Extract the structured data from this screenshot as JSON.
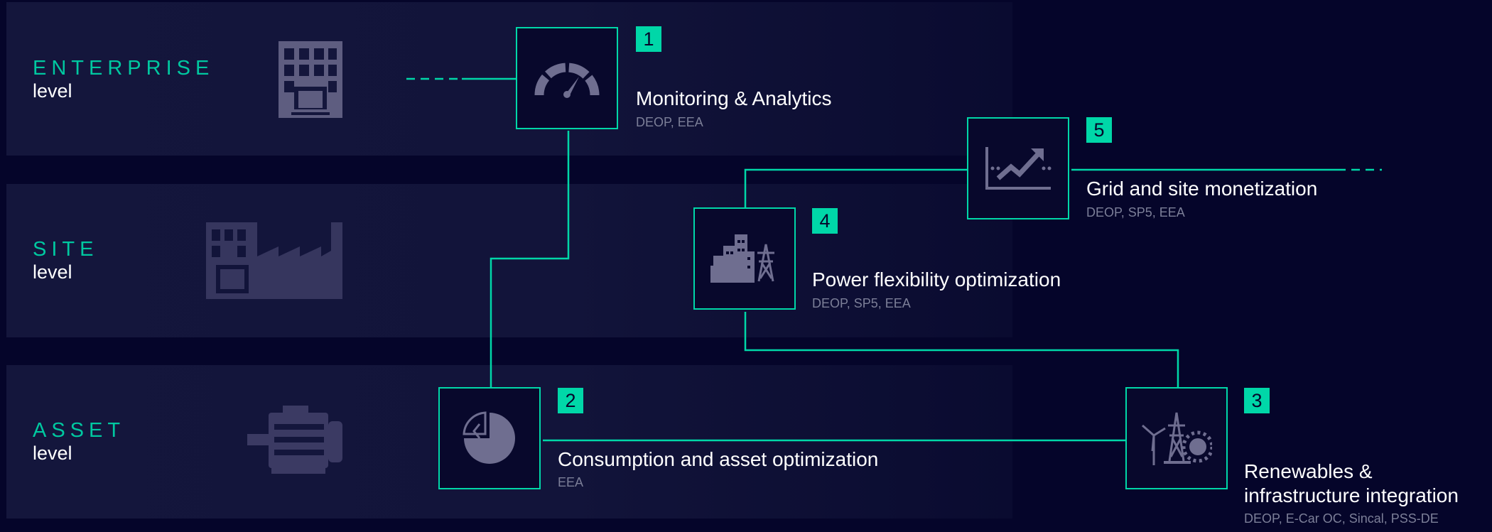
{
  "levels": {
    "enterprise": {
      "title": "ENTERPRISE",
      "sub": "level",
      "icon": "office-building-icon"
    },
    "site": {
      "title": "SITE",
      "sub": "level",
      "icon": "factory-icon"
    },
    "asset": {
      "title": "ASSET",
      "sub": "level",
      "icon": "motor-icon"
    }
  },
  "nodes": [
    {
      "num": "1",
      "title": "Monitoring & Analytics",
      "sub": "DEOP, EEA",
      "icon": "gauge-icon"
    },
    {
      "num": "2",
      "title": "Consumption and asset optimization",
      "sub": "EEA",
      "icon": "pie-chart-icon"
    },
    {
      "num": "3",
      "title_line1": "Renewables &",
      "title_line2": "infrastructure integration",
      "sub": "DEOP, E-Car OC, Sincal, PSS-DE",
      "icon": "renewables-icon"
    },
    {
      "num": "4",
      "title": "Power flexibility optimization",
      "sub": "DEOP, SP5, EEA",
      "icon": "city-grid-icon"
    },
    {
      "num": "5",
      "title": "Grid and site monetization",
      "sub": "DEOP, SP5, EEA",
      "icon": "trend-chart-icon"
    }
  ],
  "colors": {
    "accent": "#00d7a8",
    "background": "#05052a",
    "band": "#14163c",
    "icon": "#5e5d80",
    "muted_text": "#7c7f98"
  }
}
